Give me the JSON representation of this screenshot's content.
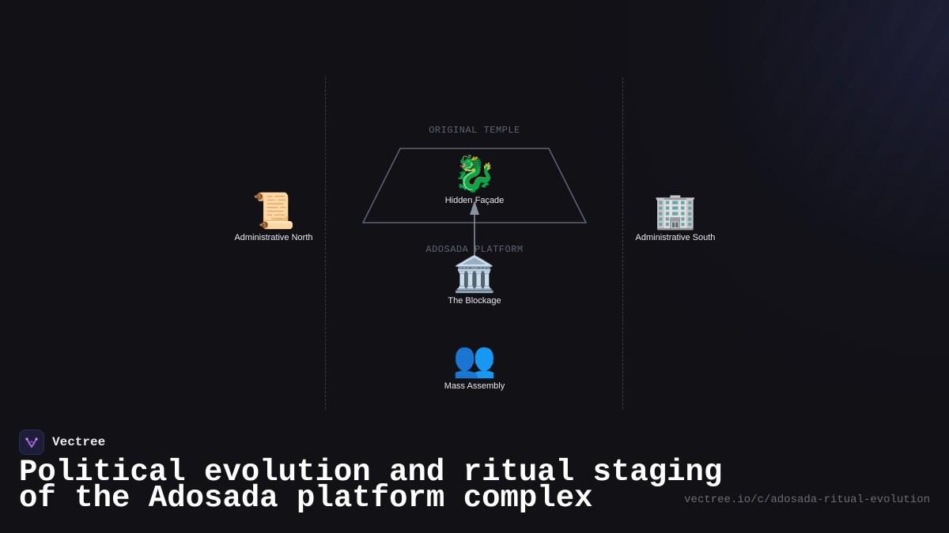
{
  "diagram": {
    "zones": {
      "original_temple": "ORIGINAL TEMPLE",
      "adosada_platform": "ADOSADA PLATFORM"
    },
    "nodes": {
      "admin_north": {
        "icon": "scroll-icon",
        "glyph": "📜",
        "label": "Administrative North"
      },
      "hidden_facade": {
        "icon": "dragon-icon",
        "glyph": "🐉",
        "label": "Hidden Façade"
      },
      "blockage": {
        "icon": "classical-building-icon",
        "glyph": "🏛️",
        "label": "The Blockage"
      },
      "mass_assembly": {
        "icon": "people-icon",
        "glyph": "👥",
        "label": "Mass Assembly"
      },
      "admin_south": {
        "icon": "office-building-icon",
        "glyph": "🏢",
        "label": "Administrative South"
      }
    },
    "colors": {
      "outline": "#5d6677",
      "arrow": "#8a93a3",
      "divider": "#3b3f4a"
    }
  },
  "brand": {
    "name": "Vectree",
    "logo_icon": "vectree-logo-icon"
  },
  "headline": {
    "line1": "Political evolution and ritual staging",
    "line2": "of the Adosada platform complex"
  },
  "url": "vectree.io/c/adosada-ritual-evolution"
}
